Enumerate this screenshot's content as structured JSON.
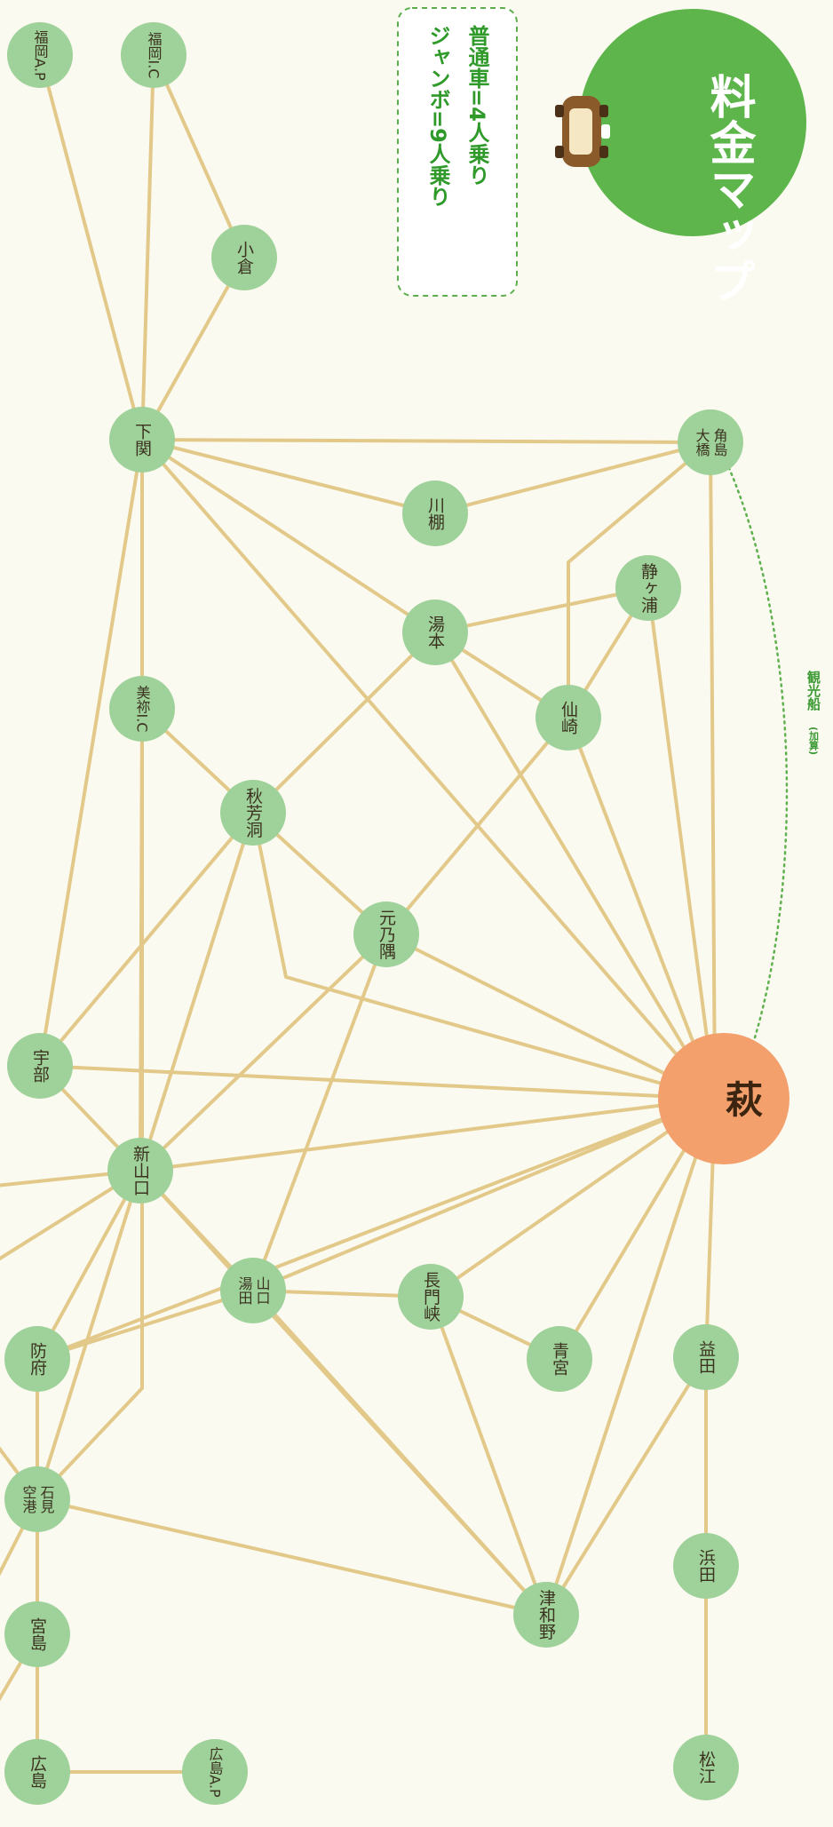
{
  "title": "料金マップ",
  "legend": {
    "line1": "普通車=4人乗り",
    "line2": "ジャンボ=9人乗り"
  },
  "boat_route": {
    "label": "観光船",
    "note": "(加算)",
    "from": "角島大橋",
    "to": "萩"
  },
  "colors": {
    "background": "#fbfaf0",
    "edge": "#e2c98a",
    "node": "#9fd19a",
    "hub": "#f3a06d",
    "title_circle": "#5db54b",
    "legend_text": "#2f9a2a",
    "boat_dots": "#5fb04f"
  },
  "nodes": [
    {
      "id": "hagi",
      "label": "萩",
      "hub": true
    },
    {
      "id": "tsunoshima",
      "label": "角島大橋"
    },
    {
      "id": "kawatana",
      "label": "川棚"
    },
    {
      "id": "yumoto",
      "label": "湯本"
    },
    {
      "id": "shizugaura",
      "label": "静ヶ浦"
    },
    {
      "id": "senzaki",
      "label": "仙崎"
    },
    {
      "id": "motonosumi",
      "label": "元乃隅"
    },
    {
      "id": "akiyoshido",
      "label": "秋芳洞"
    },
    {
      "id": "mine",
      "label": "美祢I.C"
    },
    {
      "id": "shimonoseki",
      "label": "下関"
    },
    {
      "id": "kokura",
      "label": "小倉"
    },
    {
      "id": "fukuoka_ic",
      "label": "福岡I.C"
    },
    {
      "id": "fukuoka_ap",
      "label": "福岡A.P"
    },
    {
      "id": "ube",
      "label": "宇部"
    },
    {
      "id": "shinyamaguchi",
      "label": "新山口"
    },
    {
      "id": "yudaonsen",
      "label": "山口湯田"
    },
    {
      "id": "nagatokyo",
      "label": "長門峡"
    },
    {
      "id": "aomiya",
      "label": "青宮"
    },
    {
      "id": "masuda",
      "label": "益田"
    },
    {
      "id": "hamada",
      "label": "浜田"
    },
    {
      "id": "matsue",
      "label": "松江"
    },
    {
      "id": "tsuwano",
      "label": "津和野"
    },
    {
      "id": "hofu",
      "label": "防府"
    },
    {
      "id": "iwami",
      "label": "石見空港"
    },
    {
      "id": "miyajima",
      "label": "宮島"
    },
    {
      "id": "hiroshima",
      "label": "広島"
    },
    {
      "id": "hiroshima_ap",
      "label": "広島A.P"
    }
  ],
  "edges": [
    [
      "hagi",
      "tsunoshima"
    ],
    [
      "hagi",
      "masuda"
    ],
    [
      "hagi",
      "shizugaura"
    ],
    [
      "hagi",
      "senzaki"
    ],
    [
      "hagi",
      "yumoto"
    ],
    [
      "hagi",
      "shimonoseki"
    ],
    [
      "hagi",
      "motonosumi"
    ],
    [
      "hagi",
      "akiyoshido"
    ],
    [
      "hagi",
      "ube"
    ],
    [
      "hagi",
      "shinyamaguchi"
    ],
    [
      "hagi",
      "yudaonsen"
    ],
    [
      "hagi",
      "nagatokyo"
    ],
    [
      "hagi",
      "aomiya"
    ],
    [
      "hagi",
      "tsuwano"
    ],
    [
      "hagi",
      "hofu"
    ],
    [
      "tsunoshima",
      "kawatana"
    ],
    [
      "tsunoshima",
      "shimonoseki"
    ],
    [
      "tsunoshima",
      "senzaki"
    ],
    [
      "kawatana",
      "shimonoseki"
    ],
    [
      "shimonoseki",
      "kokura"
    ],
    [
      "shimonoseki",
      "fukuoka_ic"
    ],
    [
      "shimonoseki",
      "fukuoka_ap"
    ],
    [
      "kokura",
      "fukuoka_ic"
    ],
    [
      "shimonoseki",
      "yumoto"
    ],
    [
      "shimonoseki",
      "mine"
    ],
    [
      "shimonoseki",
      "ube"
    ],
    [
      "yumoto",
      "shizugaura"
    ],
    [
      "yumoto",
      "senzaki"
    ],
    [
      "yumoto",
      "akiyoshido"
    ],
    [
      "shizugaura",
      "senzaki"
    ],
    [
      "senzaki",
      "motonosumi"
    ],
    [
      "mine",
      "akiyoshido"
    ],
    [
      "mine",
      "shinyamaguchi"
    ],
    [
      "mine",
      "iwami"
    ],
    [
      "akiyoshido",
      "motonosumi"
    ],
    [
      "akiyoshido",
      "ube"
    ],
    [
      "akiyoshido",
      "shinyamaguchi"
    ],
    [
      "motonosumi",
      "shinyamaguchi"
    ],
    [
      "motonosumi",
      "yudaonsen"
    ],
    [
      "ube",
      "shinyamaguchi"
    ],
    [
      "shinyamaguchi",
      "yudaonsen"
    ],
    [
      "shinyamaguchi",
      "tsuwano"
    ],
    [
      "shinyamaguchi",
      "hofu"
    ],
    [
      "shinyamaguchi",
      "iwami"
    ],
    [
      "yudaonsen",
      "nagatokyo"
    ],
    [
      "yudaonsen",
      "tsuwano"
    ],
    [
      "yudaonsen",
      "hofu"
    ],
    [
      "nagatokyo",
      "aomiya"
    ],
    [
      "nagatokyo",
      "tsuwano"
    ],
    [
      "masuda",
      "tsuwano"
    ],
    [
      "masuda",
      "hamada"
    ],
    [
      "hamada",
      "matsue"
    ],
    [
      "iwami",
      "tsuwano"
    ],
    [
      "hofu",
      "iwami"
    ],
    [
      "iwami",
      "miyajima"
    ],
    [
      "miyajima",
      "hiroshima"
    ],
    [
      "hiroshima",
      "hiroshima_ap"
    ]
  ]
}
